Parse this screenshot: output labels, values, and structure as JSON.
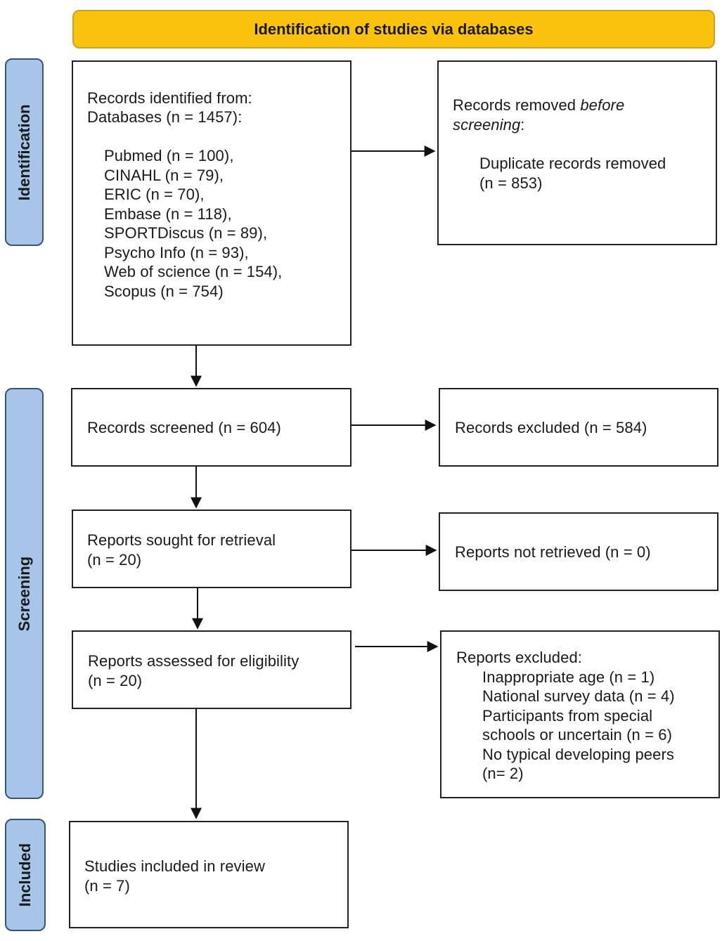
{
  "header": "Identification of studies via databases",
  "phases": {
    "identification": "Identification",
    "screening": "Screening",
    "included": "Included"
  },
  "identified": {
    "title_line1": "Records identified from:",
    "title_line2": "Databases (n = 1457):",
    "databases": [
      "Pubmed (n = 100),",
      "CINAHL (n = 79),",
      "ERIC (n = 70),",
      "Embase  (n = 118),",
      "SPORTDiscus (n = 89),",
      "Psycho Info (n = 93),",
      "Web of science (n = 154),",
      "Scopus (n = 754)"
    ]
  },
  "removed": {
    "line1_prefix": "Records removed ",
    "line1_italic": "before",
    "line2_italic": "screening",
    "line2_suffix": ":",
    "detail_line1": "Duplicate records removed",
    "detail_line2": "(n = 853)"
  },
  "screened": "Records screened (n = 604)",
  "excluded_records": "Records excluded (n = 584)",
  "sought": {
    "line1": "Reports sought for retrieval",
    "line2": "(n = 20)"
  },
  "not_retrieved": "Reports not retrieved (n = 0)",
  "assessed": {
    "line1": "Reports assessed for eligibility",
    "line2": "(n = 20)"
  },
  "reports_excluded": {
    "title": "Reports excluded:",
    "reasons": [
      "Inappropriate age (n = 1)",
      "National survey data (n = 4)",
      "Participants from special",
      "schools or uncertain (n = 6)",
      "No typical developing peers",
      "(n= 2)"
    ]
  },
  "included": {
    "line1": "Studies included in review",
    "line2": "(n = 7)"
  }
}
